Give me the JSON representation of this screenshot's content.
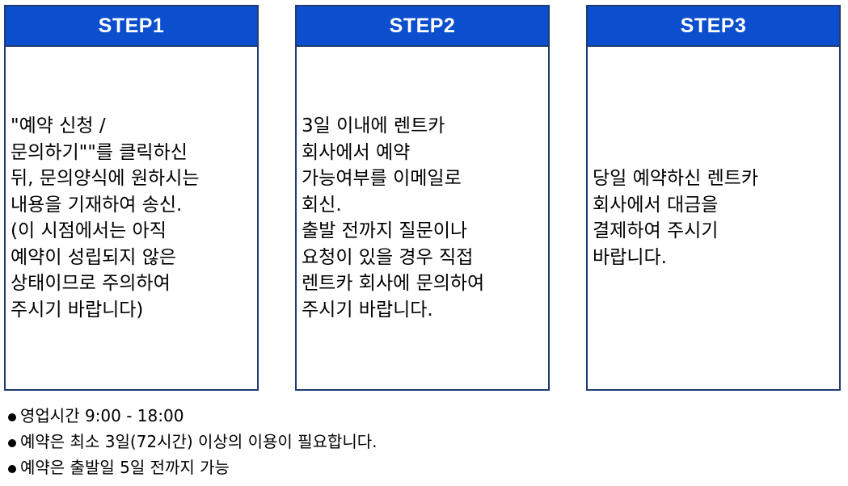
{
  "steps": [
    {
      "title": "STEP1",
      "text": "\"예약 신청 /\n문의하기\"\"를 클릭하신\n뒤, 문의양식에 원하시는\n내용을 기재하여 송신.\n(이 시점에서는 아직\n예약이 성립되지 않은\n상태이므로 주의하여\n주시기 바랍니다)"
    },
    {
      "title": "STEP2",
      "text": "3일 이내에 렌트카\n회사에서 예약\n가능여부를 이메일로\n회신.\n출발 전까지 질문이나\n요청이 있을 경우 직접\n렌트카 회사에 문의하여\n주시기 바랍니다."
    },
    {
      "title": "STEP3",
      "text": "당일 예약하신 렌트카\n회사에서 대금을\n결제하여 주시기\n바랍니다."
    }
  ],
  "notes": [
    "영업시간 9:00 - 18:00",
    "예약은 최소 3일(72시간) 이상의 이용이 필요합니다.",
    "예약은 출발일 5일 전까지 가능"
  ],
  "colors": {
    "header_bg": "#0b4fcf",
    "border": "#1f3b72",
    "header_text": "#ffffff"
  }
}
